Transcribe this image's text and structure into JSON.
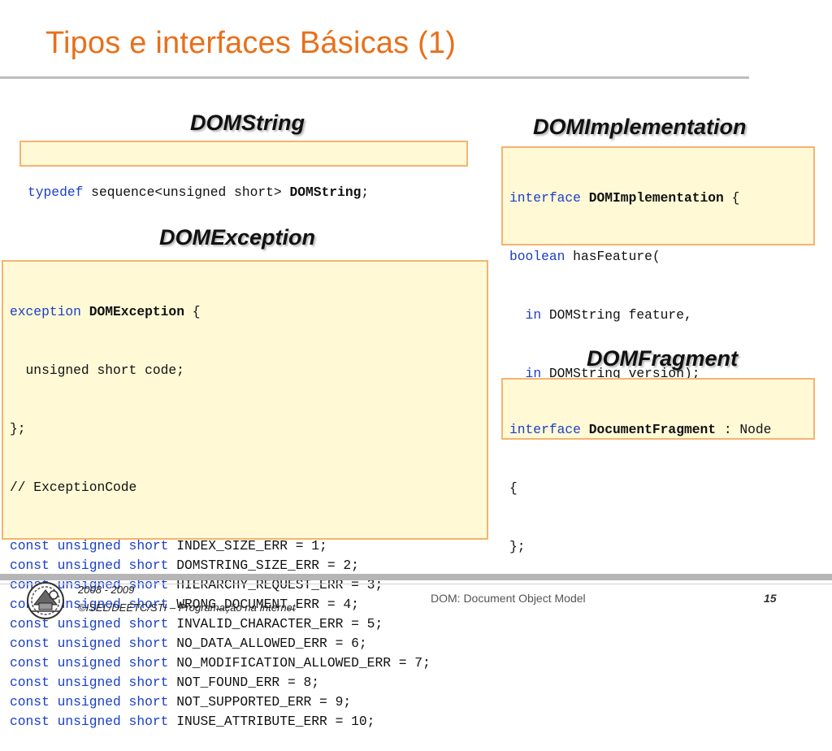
{
  "slide": {
    "title": "Tipos e interfaces Básicas (1)"
  },
  "domstring": {
    "heading": "DOMString",
    "code": {
      "kw1": "typedef",
      "text1": " sequence<unsigned short> ",
      "name": "DOMString",
      "end": ";"
    }
  },
  "domexception": {
    "heading": "DOMException",
    "decl": {
      "kw": "exception",
      "name": "DOMException",
      "open": " {"
    },
    "field": "  unsigned short code;",
    "close": "};",
    "comment": "// ExceptionCode",
    "const_prefix": "const unsigned short",
    "constants": [
      " INDEX_SIZE_ERR = 1;",
      " DOMSTRING_SIZE_ERR = 2;",
      " HIERARCHY_REQUEST_ERR = 3;",
      " WRONG_DOCUMENT_ERR = 4;",
      " INVALID_CHARACTER_ERR = 5;",
      " NO_DATA_ALLOWED_ERR = 6;",
      " NO_MODIFICATION_ALLOWED_ERR = 7;",
      " NOT_FOUND_ERR = 8;",
      " NOT_SUPPORTED_ERR = 9;",
      " INUSE_ATTRIBUTE_ERR = 10;"
    ]
  },
  "domimplementation": {
    "heading": "DOMImplementation",
    "decl": {
      "kw": "interface",
      "name": "DOMImplementation",
      "open": " {"
    },
    "method": {
      "kw": "boolean",
      "text": " hasFeature("
    },
    "param1": {
      "indent": "  ",
      "kw": "in",
      "text": " DOMString feature,"
    },
    "param2": {
      "indent": "  ",
      "kw": "in",
      "text": " DOMString version);"
    },
    "close": "};"
  },
  "domfragment": {
    "heading": "DOMFragment",
    "decl": {
      "kw": "interface",
      "space": " ",
      "name": "DocumentFragment",
      "rest": " : Node"
    },
    "open": "{",
    "close": "};"
  },
  "footer": {
    "years": "2008 - 2009",
    "org": "©ISEL/DEETC/STI – Programação na Internet",
    "center": "DOM: Document Object Model",
    "page": "15"
  },
  "colors": {
    "title": "#e8701a",
    "keyword": "#1a3fc8",
    "box_fill": "#fff9d6",
    "box_border": "#f4b470"
  }
}
